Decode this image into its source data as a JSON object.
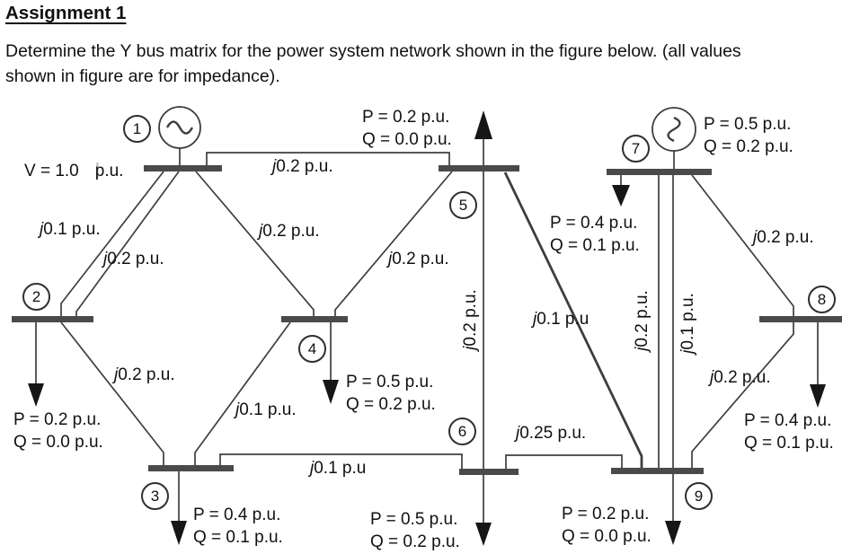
{
  "document": {
    "title": "Assignment 1",
    "body_lines": [
      "Determine the Y bus matrix for the power system network shown in the figure below. (all values",
      "shown in figure are for impedance)."
    ]
  },
  "diagram": {
    "voltage_label": {
      "value": "V = 1.0",
      "unit": "p.u."
    },
    "buses": [
      {
        "number": "1"
      },
      {
        "number": "2"
      },
      {
        "number": "3"
      },
      {
        "number": "4"
      },
      {
        "number": "5"
      },
      {
        "number": "6"
      },
      {
        "number": "7"
      },
      {
        "number": "8"
      },
      {
        "number": "9"
      }
    ],
    "impedances": [
      {
        "line": "bus1-bus5",
        "prefix": "j",
        "value": "0.2 p.u."
      },
      {
        "line": "bus1-bus2-a",
        "prefix": "j",
        "value": "0.1 p.u."
      },
      {
        "line": "bus1-bus2-b",
        "prefix": "j",
        "value": "0.2 p.u."
      },
      {
        "line": "bus1-bus4",
        "prefix": "j",
        "value": "0.2 p.u."
      },
      {
        "line": "bus5-bus4",
        "prefix": "j",
        "value": "0.2 p.u."
      },
      {
        "line": "bus2-bus3",
        "prefix": "j",
        "value": "0.2 p.u."
      },
      {
        "line": "bus4-bus3",
        "prefix": "j",
        "value": "0.1 p.u."
      },
      {
        "line": "bus3-bus6",
        "prefix": "j",
        "value": "0.1 p.u"
      },
      {
        "line": "bus5-bus6",
        "prefix": "j",
        "value": "0.2 p.u.",
        "rotated": true
      },
      {
        "line": "bus5-bus9",
        "prefix": "j",
        "value": "0.1 p.u"
      },
      {
        "line": "bus6-bus9",
        "prefix": "j",
        "value": "0.25 p.u."
      },
      {
        "line": "bus7-bus9-a",
        "prefix": "j",
        "value": "0.2 p.u.",
        "rotated": true
      },
      {
        "line": "bus7-bus9-b",
        "prefix": "j",
        "value": "0.1 p.u.",
        "rotated": true
      },
      {
        "line": "bus7-bus8",
        "prefix": "j",
        "value": "0.2 p.u."
      },
      {
        "line": "bus8-bus9",
        "prefix": "j",
        "value": "0.2 p.u."
      }
    ],
    "power_labels": [
      {
        "at": "bus5-injection",
        "p": "P = 0.2 p.u.",
        "q": "Q = 0.0 p.u."
      },
      {
        "at": "bus7-generator",
        "p": "P = 0.5 p.u.",
        "q": "Q = 0.2 p.u."
      },
      {
        "at": "bus7-load",
        "p": "P = 0.4 p.u.",
        "q": "Q = 0.1 p.u."
      },
      {
        "at": "bus2-load",
        "p": "P = 0.2 p.u.",
        "q": "Q = 0.0 p.u."
      },
      {
        "at": "bus3-load",
        "p": "P = 0.4 p.u.",
        "q": "Q = 0.1 p.u."
      },
      {
        "at": "bus4-load",
        "p": "P = 0.5 p.u.",
        "q": "Q = 0.2 p.u."
      },
      {
        "at": "bus6-load",
        "p": "P = 0.5 p.u.",
        "q": "Q = 0.2 p.u."
      },
      {
        "at": "bus8-load",
        "p": "P = 0.4 p.u.",
        "q": "Q = 0.1 p.u."
      },
      {
        "at": "bus9-load",
        "p": "P = 0.2 p.u.",
        "q": "Q = 0.0 p.u."
      }
    ],
    "colors": {
      "line": "#3e3e3e",
      "bus_bar": "#4a4a4a",
      "arrow": "#161616",
      "text": "#111111"
    }
  }
}
